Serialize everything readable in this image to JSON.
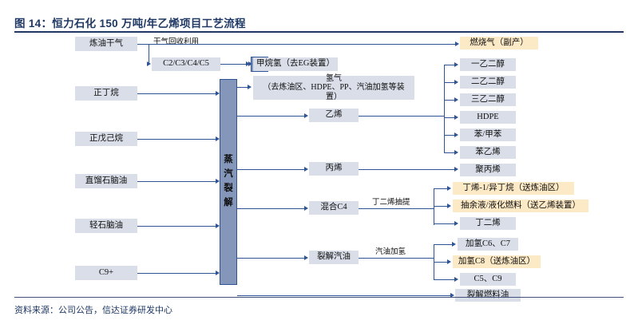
{
  "header": {
    "figure_title": "图 14：恒力石化 150 万吨/年乙烯项目工艺流程"
  },
  "footer": {
    "source": "资料来源：公司公告，信达证券研发中心"
  },
  "colors": {
    "title": "#1F3864",
    "box_fill": "#D9DEE8",
    "highlight_fill": "#FCE9C6",
    "cracker_fill": "#8496B9",
    "line": "#2F5496"
  },
  "process_unit": {
    "label": "蒸汽裂解",
    "chars": [
      "蒸",
      "汽",
      "裂",
      "解"
    ]
  },
  "feedstocks": [
    {
      "label": "炼油干气"
    },
    {
      "label": "正丁烷"
    },
    {
      "label": "正戊己烷"
    },
    {
      "label": "直馏石脑油"
    },
    {
      "label": "轻石脑油"
    },
    {
      "label": "C9+"
    }
  ],
  "intermediates": [
    {
      "label": "C2/C3/C4/C5"
    },
    {
      "label": "甲烷氢（去EG装置）"
    },
    {
      "label": "氢气",
      "label2": "（去炼油区、HDPE、PP、汽油加氢等装置）"
    },
    {
      "label": "乙烯"
    },
    {
      "label": "丙烯"
    },
    {
      "label": "混合C4"
    },
    {
      "label": "裂解汽油"
    }
  ],
  "edge_labels": [
    {
      "label": "干气回收利用"
    },
    {
      "label": "丁二烯抽提"
    },
    {
      "label": "汽油加氢"
    }
  ],
  "products": [
    {
      "label": "燃烧气（副产）",
      "highlight": true
    },
    {
      "label": "一乙二醇",
      "highlight": false
    },
    {
      "label": "二乙二醇",
      "highlight": false
    },
    {
      "label": "三乙二醇",
      "highlight": false
    },
    {
      "label": "HDPE",
      "highlight": false
    },
    {
      "label": "苯/甲苯",
      "highlight": false
    },
    {
      "label": "苯乙烯",
      "highlight": false
    },
    {
      "label": "聚丙烯",
      "highlight": false
    },
    {
      "label": "丁烯-1/异丁烷（送炼油区）",
      "highlight": true
    },
    {
      "label": "抽余液/液化燃料（送乙烯装置）",
      "highlight": true
    },
    {
      "label": "丁二烯",
      "highlight": false
    },
    {
      "label": "加氢C6、C7",
      "highlight": false
    },
    {
      "label": "加氢C8（送炼油区）",
      "highlight": true
    },
    {
      "label": "C5、C9",
      "highlight": false
    },
    {
      "label": "裂解燃料油",
      "highlight": false
    }
  ]
}
